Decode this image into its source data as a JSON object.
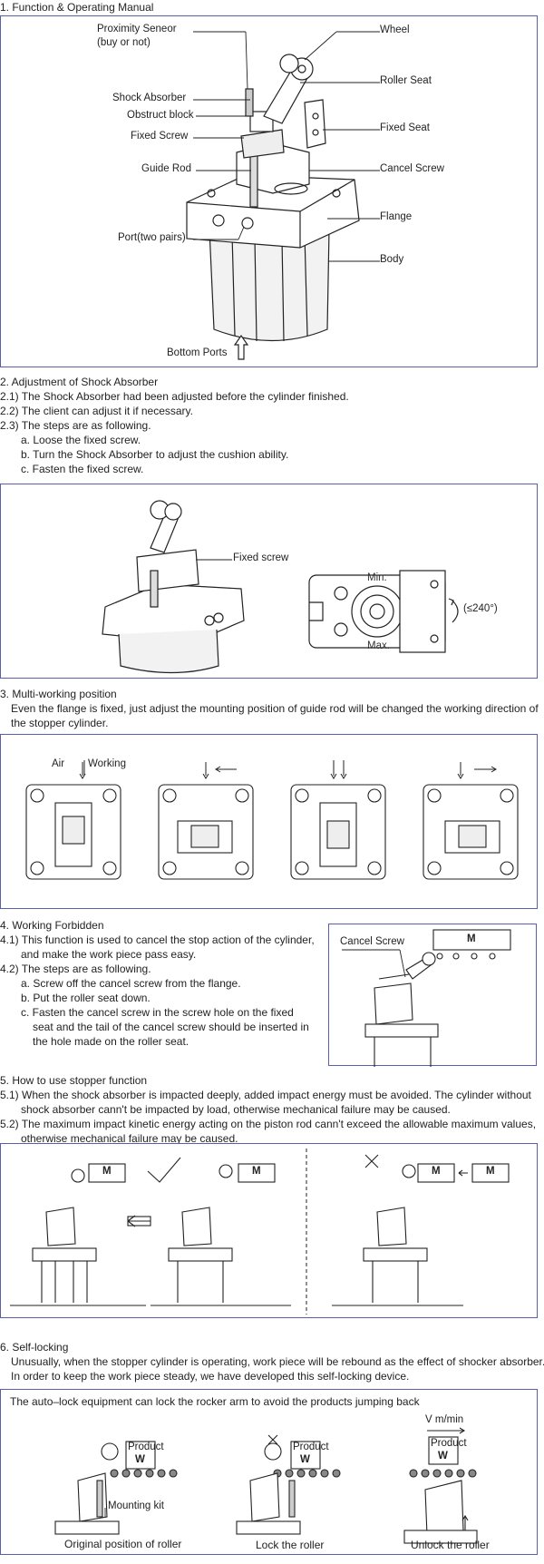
{
  "s1": {
    "title": "1. Function & Operating Manual",
    "labels": {
      "proximity": "Proximity Seneor",
      "proximity2": "(buy or not)",
      "shock": "Shock Absorber",
      "obstruct": "Obstruct block",
      "fixed_screw": "Fixed Screw",
      "guide_rod": "Guide Rod",
      "port": "Port(two pairs)",
      "bottom_ports": "Bottom Ports",
      "wheel": "Wheel",
      "roller_seat": "Roller Seat",
      "fixed_seat": "Fixed Seat",
      "cancel_screw": "Cancel Screw",
      "flange": "Flange",
      "body": "Body"
    }
  },
  "s2": {
    "title": "2. Adjustment of Shock Absorber",
    "lines": [
      "2.1) The Shock Absorber had been adjusted before the cylinder finished.",
      "2.2) The client can adjust it if necessary.",
      "2.3) The steps are as following.",
      "a. Loose the fixed screw.",
      "b. Turn the Shock Absorber to adjust the cushion ability.",
      "c. Fasten the fixed screw."
    ],
    "fixed_screw": "Fixed screw",
    "min": "Min.",
    "max": "Max.",
    "angle": "(≤240°)"
  },
  "s3": {
    "title": "3. Multi-working position",
    "lines": [
      "Even the flange is fixed, just adjust the mounting position of guide rod will be changed the working direction of",
      "the stopper cylinder."
    ],
    "air": "Air",
    "working": "Working"
  },
  "s4": {
    "title": "4. Working Forbidden",
    "lines": [
      "4.1) This function is used to cancel the stop action of the cylinder,",
      "and make the work piece pass easy.",
      "4.2) The steps are as following.",
      "a. Screw off the cancel screw from the flange.",
      "b. Put the roller seat down.",
      "c. Fasten the cancel screw in the screw hole on the fixed",
      "seat and the tail of the cancel screw should be inserted in",
      "the hole made on the roller seat."
    ],
    "cancel_screw": "Cancel Screw",
    "m": "M"
  },
  "s5": {
    "title": "5.  How to use stopper function",
    "lines": [
      "5.1) When the shock absorber is impacted deeply, added impact energy must be avoided.  The cylinder without",
      "shock absorber cann't be impacted by load, otherwise mechanical failure may be caused.",
      "5.2) The maximum impact kinetic energy acting on the piston rod cann't exceed the allowable maximum values,",
      "otherwise mechanical failure may be caused."
    ],
    "m": "M"
  },
  "s6": {
    "title": "6. Self-locking",
    "lines": [
      "Unusually, when the stopper cylinder is operating, work piece will be rebound as the effect of shocker absorber.",
      "In order to keep the work piece steady, we have developed this self-locking device."
    ],
    "box_title": "The auto–lock equipment can lock the rocker arm to avoid the products jumping back",
    "v": "V  m/min",
    "product": "Product",
    "w": "W",
    "mounting_kit": "Mounting kit",
    "cap1": "Original position of roller",
    "cap2": "Lock the roller",
    "cap3": "Unlock the roller"
  }
}
